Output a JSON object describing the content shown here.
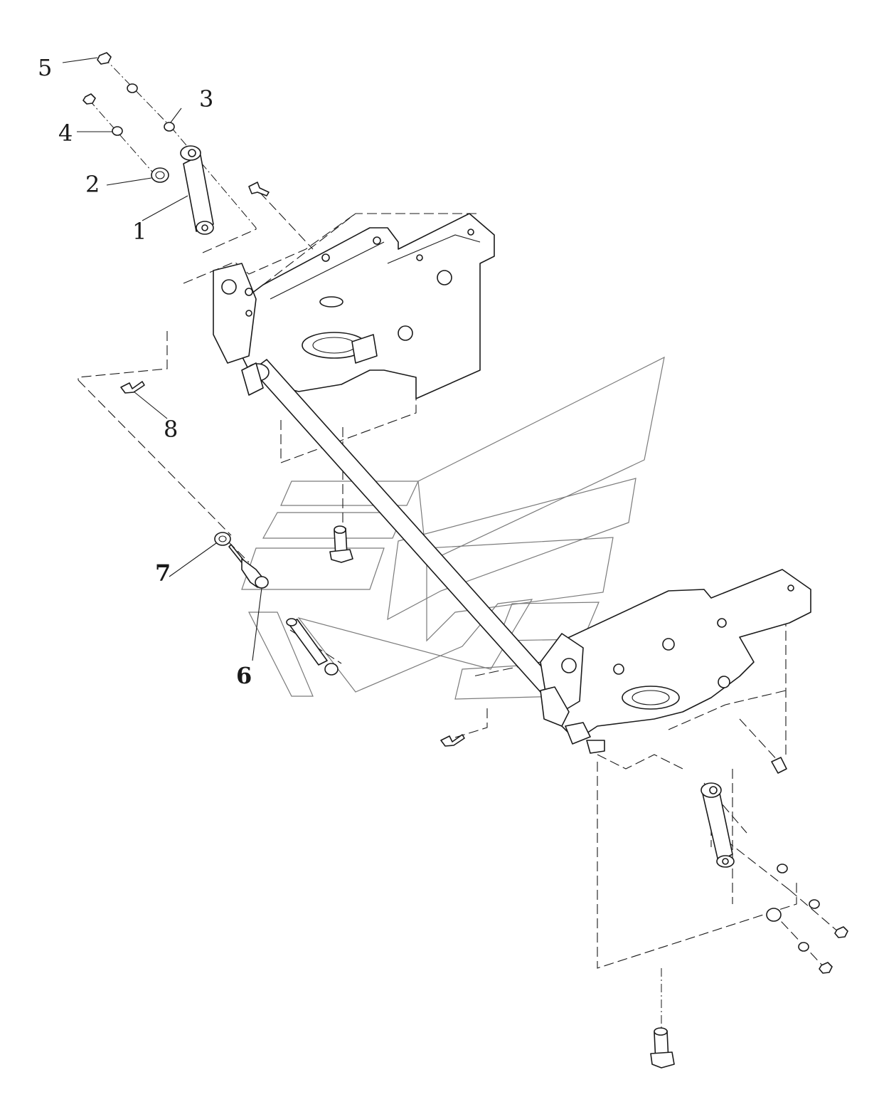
{
  "diagram": {
    "callouts": [
      {
        "id": "1",
        "label": "1",
        "style": "normal"
      },
      {
        "id": "2",
        "label": "2",
        "style": "normal"
      },
      {
        "id": "3",
        "label": "3",
        "style": "normal"
      },
      {
        "id": "4",
        "label": "4",
        "style": "normal"
      },
      {
        "id": "5",
        "label": "5",
        "style": "normal"
      },
      {
        "id": "6",
        "label": "6",
        "style": "bold"
      },
      {
        "id": "7",
        "label": "7",
        "style": "bold"
      },
      {
        "id": "8",
        "label": "8",
        "style": "normal"
      }
    ],
    "colors": {
      "line": "#1a1a1a",
      "watermark": "#7a7a7a",
      "background": "#ffffff"
    }
  }
}
